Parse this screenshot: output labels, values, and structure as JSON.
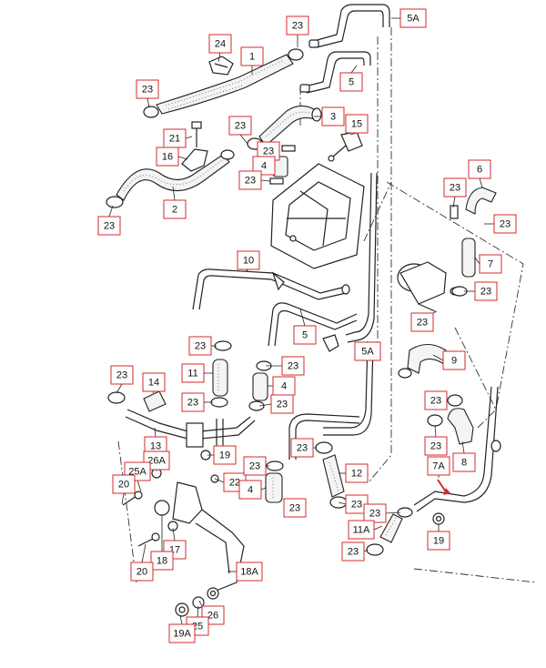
{
  "colors": {
    "callout_border": "#d42a2a",
    "line": "#222222",
    "arrow": "#d42a2a"
  },
  "callouts": [
    {
      "id": "c23-top",
      "label": "23"
    },
    {
      "id": "c5A-top",
      "label": "5A"
    },
    {
      "id": "c24",
      "label": "24"
    },
    {
      "id": "c1",
      "label": "1"
    },
    {
      "id": "c5-top",
      "label": "5"
    },
    {
      "id": "c23-a",
      "label": "23"
    },
    {
      "id": "c3",
      "label": "3"
    },
    {
      "id": "c23-b",
      "label": "23"
    },
    {
      "id": "c15",
      "label": "15"
    },
    {
      "id": "c21",
      "label": "21"
    },
    {
      "id": "c23-c",
      "label": "23"
    },
    {
      "id": "c16",
      "label": "16"
    },
    {
      "id": "c4-top",
      "label": "4"
    },
    {
      "id": "c23-d",
      "label": "23"
    },
    {
      "id": "c6",
      "label": "6"
    },
    {
      "id": "c23-e",
      "label": "23"
    },
    {
      "id": "c23-f",
      "label": "23"
    },
    {
      "id": "c2",
      "label": "2"
    },
    {
      "id": "c23-g",
      "label": "23"
    },
    {
      "id": "c10",
      "label": "10"
    },
    {
      "id": "c7",
      "label": "7"
    },
    {
      "id": "c23-h",
      "label": "23"
    },
    {
      "id": "c5-mid",
      "label": "5"
    },
    {
      "id": "c23-i",
      "label": "23"
    },
    {
      "id": "c23-j",
      "label": "23"
    },
    {
      "id": "c5A-mid",
      "label": "5A"
    },
    {
      "id": "c9",
      "label": "9"
    },
    {
      "id": "c23-k",
      "label": "23"
    },
    {
      "id": "c11",
      "label": "11"
    },
    {
      "id": "c23-l",
      "label": "23"
    },
    {
      "id": "c4-mid",
      "label": "4"
    },
    {
      "id": "c23-m",
      "label": "23"
    },
    {
      "id": "c14",
      "label": "14"
    },
    {
      "id": "c23-n",
      "label": "23"
    },
    {
      "id": "c23-o",
      "label": "23"
    },
    {
      "id": "c23-p",
      "label": "23"
    },
    {
      "id": "c23-q",
      "label": "23"
    },
    {
      "id": "c13",
      "label": "13"
    },
    {
      "id": "c19-mid",
      "label": "19"
    },
    {
      "id": "c23-r",
      "label": "23"
    },
    {
      "id": "c23-s",
      "label": "23"
    },
    {
      "id": "c8",
      "label": "8"
    },
    {
      "id": "c26A",
      "label": "26A"
    },
    {
      "id": "c25A",
      "label": "25A"
    },
    {
      "id": "c22",
      "label": "22"
    },
    {
      "id": "c23-t",
      "label": "23"
    },
    {
      "id": "c12",
      "label": "12"
    },
    {
      "id": "c7A",
      "label": "7A"
    },
    {
      "id": "c20-a",
      "label": "20"
    },
    {
      "id": "c4-low",
      "label": "4"
    },
    {
      "id": "c23-u",
      "label": "23"
    },
    {
      "id": "c23-v",
      "label": "23"
    },
    {
      "id": "c23-w",
      "label": "23"
    },
    {
      "id": "c11A",
      "label": "11A"
    },
    {
      "id": "c19-right",
      "label": "19"
    },
    {
      "id": "c17",
      "label": "17"
    },
    {
      "id": "c23-x",
      "label": "23"
    },
    {
      "id": "c18",
      "label": "18"
    },
    {
      "id": "c20-b",
      "label": "20"
    },
    {
      "id": "c18A",
      "label": "18A"
    },
    {
      "id": "c26",
      "label": "26"
    },
    {
      "id": "c25",
      "label": "25"
    },
    {
      "id": "c19A",
      "label": "19A"
    }
  ]
}
